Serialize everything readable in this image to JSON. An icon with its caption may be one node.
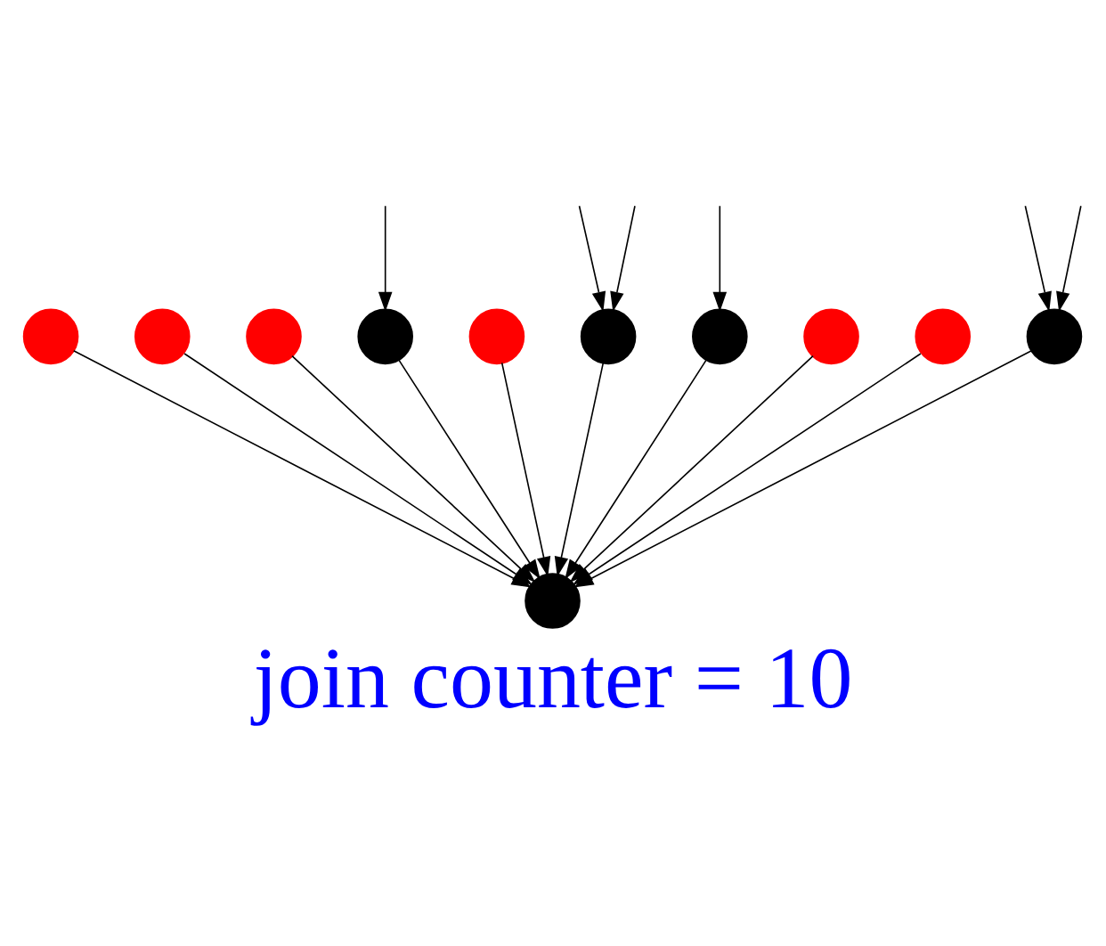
{
  "diagram": {
    "caption": "join counter = 10",
    "nodes": [
      {
        "text": [],
        "shape": "circle"
      },
      {
        "text": [],
        "shape": "circle"
      },
      {
        "text": [],
        "shape": "circle"
      },
      {
        "text": [],
        "shape": "circle"
      },
      {
        "text": [],
        "shape": "circle"
      },
      {
        "text": [],
        "shape": "circle"
      },
      {
        "text": [],
        "shape": "circle"
      },
      {
        "text": [],
        "shape": "circle"
      },
      {
        "text": [],
        "shape": "circle"
      },
      {
        "text": [],
        "shape": "circle"
      },
      {
        "text": [],
        "shape": "circle"
      }
    ],
    "edges": [
      {
        "from": 0,
        "to": 10,
        "arrow": "to"
      },
      {
        "from": 1,
        "to": 10,
        "arrow": "to"
      },
      {
        "from": 2,
        "to": 10,
        "arrow": "to"
      },
      {
        "from": 3,
        "to": 10,
        "arrow": "to"
      },
      {
        "from": 4,
        "to": 10,
        "arrow": "to"
      },
      {
        "from": 5,
        "to": 10,
        "arrow": "to"
      },
      {
        "from": 6,
        "to": 10,
        "arrow": "to"
      },
      {
        "from": 7,
        "to": 10,
        "arrow": "to"
      },
      {
        "from": 8,
        "to": 10,
        "arrow": "to"
      },
      {
        "from": 9,
        "to": 10,
        "arrow": "to"
      },
      {
        "from": null,
        "to": 5,
        "arrow": "to"
      },
      {
        "from": null,
        "to": 5,
        "arrow": "to"
      },
      {
        "from": null,
        "to": 3,
        "arrow": "to"
      },
      {
        "from": null,
        "to": 6,
        "arrow": "to"
      },
      {
        "from": null,
        "to": 9,
        "arrow": "to"
      },
      {
        "from": null,
        "to": 9,
        "arrow": "to"
      }
    ]
  }
}
